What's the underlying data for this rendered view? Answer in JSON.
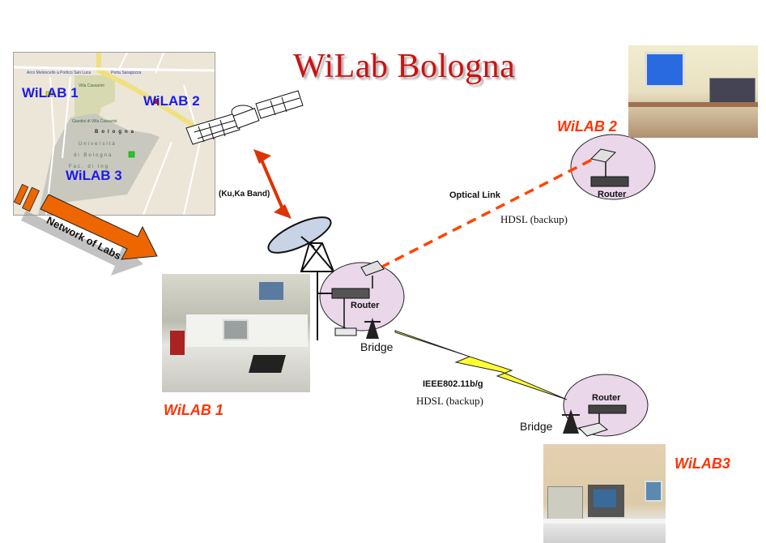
{
  "title": "WiLab  Bologna",
  "map": {
    "labels": [
      "WiLAB 1",
      "WiLAB 2",
      "WiLAB 3"
    ],
    "city_label": "Bologna",
    "university_lines": [
      "Università",
      "di Bologna",
      "Fac. di Ing"
    ],
    "street_labels": [
      "Arco Meloncello a Portico San Luca",
      "Porta Saragozza",
      "Villa Cassarini",
      "Giardini di Villa Cassarini"
    ]
  },
  "network_banner": "Network of Labs",
  "satellite_link": "(Ku,Ka Band)",
  "links": {
    "optical": "Optical Link",
    "optical_backup": "HDSL (backup)",
    "wireless": "IEEE802.11b/g",
    "wireless_backup": "HDSL (backup)"
  },
  "sites": {
    "wilab1": {
      "name": "WiLAB 1",
      "router": "Router",
      "bridge": "Bridge"
    },
    "wilab2": {
      "name": "WiLAB 2",
      "router": "Router"
    },
    "wilab3": {
      "name": "WiLAB3",
      "router": "Router",
      "bridge": "Bridge"
    }
  },
  "colors": {
    "title": "#cc1111",
    "site_label": "#ff3300",
    "map_label": "#1a1aee",
    "router_node": "#ead7ea",
    "optical_link": "#ff4400",
    "wireless_link": "#ffff33",
    "arrow": "#dd3300",
    "banner": "#ee6600"
  }
}
